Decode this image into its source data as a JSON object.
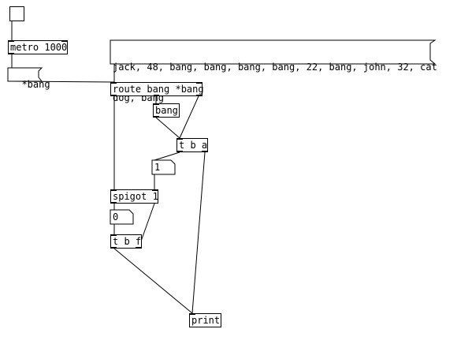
{
  "patch": {
    "toggle": {
      "name": "toggle"
    },
    "metro": {
      "text": "metro 1000"
    },
    "star_bang_msg": {
      "text": "*bang"
    },
    "list_msg": {
      "line1": "jack, 48, bang, bang, bang, bang, 22, bang, john, 32, cat",
      "line2": "dog, bang"
    },
    "route": {
      "text": "route bang *bang"
    },
    "bang_msg": {
      "text": "bang"
    },
    "tba": {
      "text": "t b a"
    },
    "number_top": {
      "text": "1"
    },
    "spigot": {
      "text": "spigot 1"
    },
    "number_bottom": {
      "text": "0"
    },
    "tbf": {
      "text": "t b f"
    },
    "print": {
      "text": "print"
    }
  }
}
